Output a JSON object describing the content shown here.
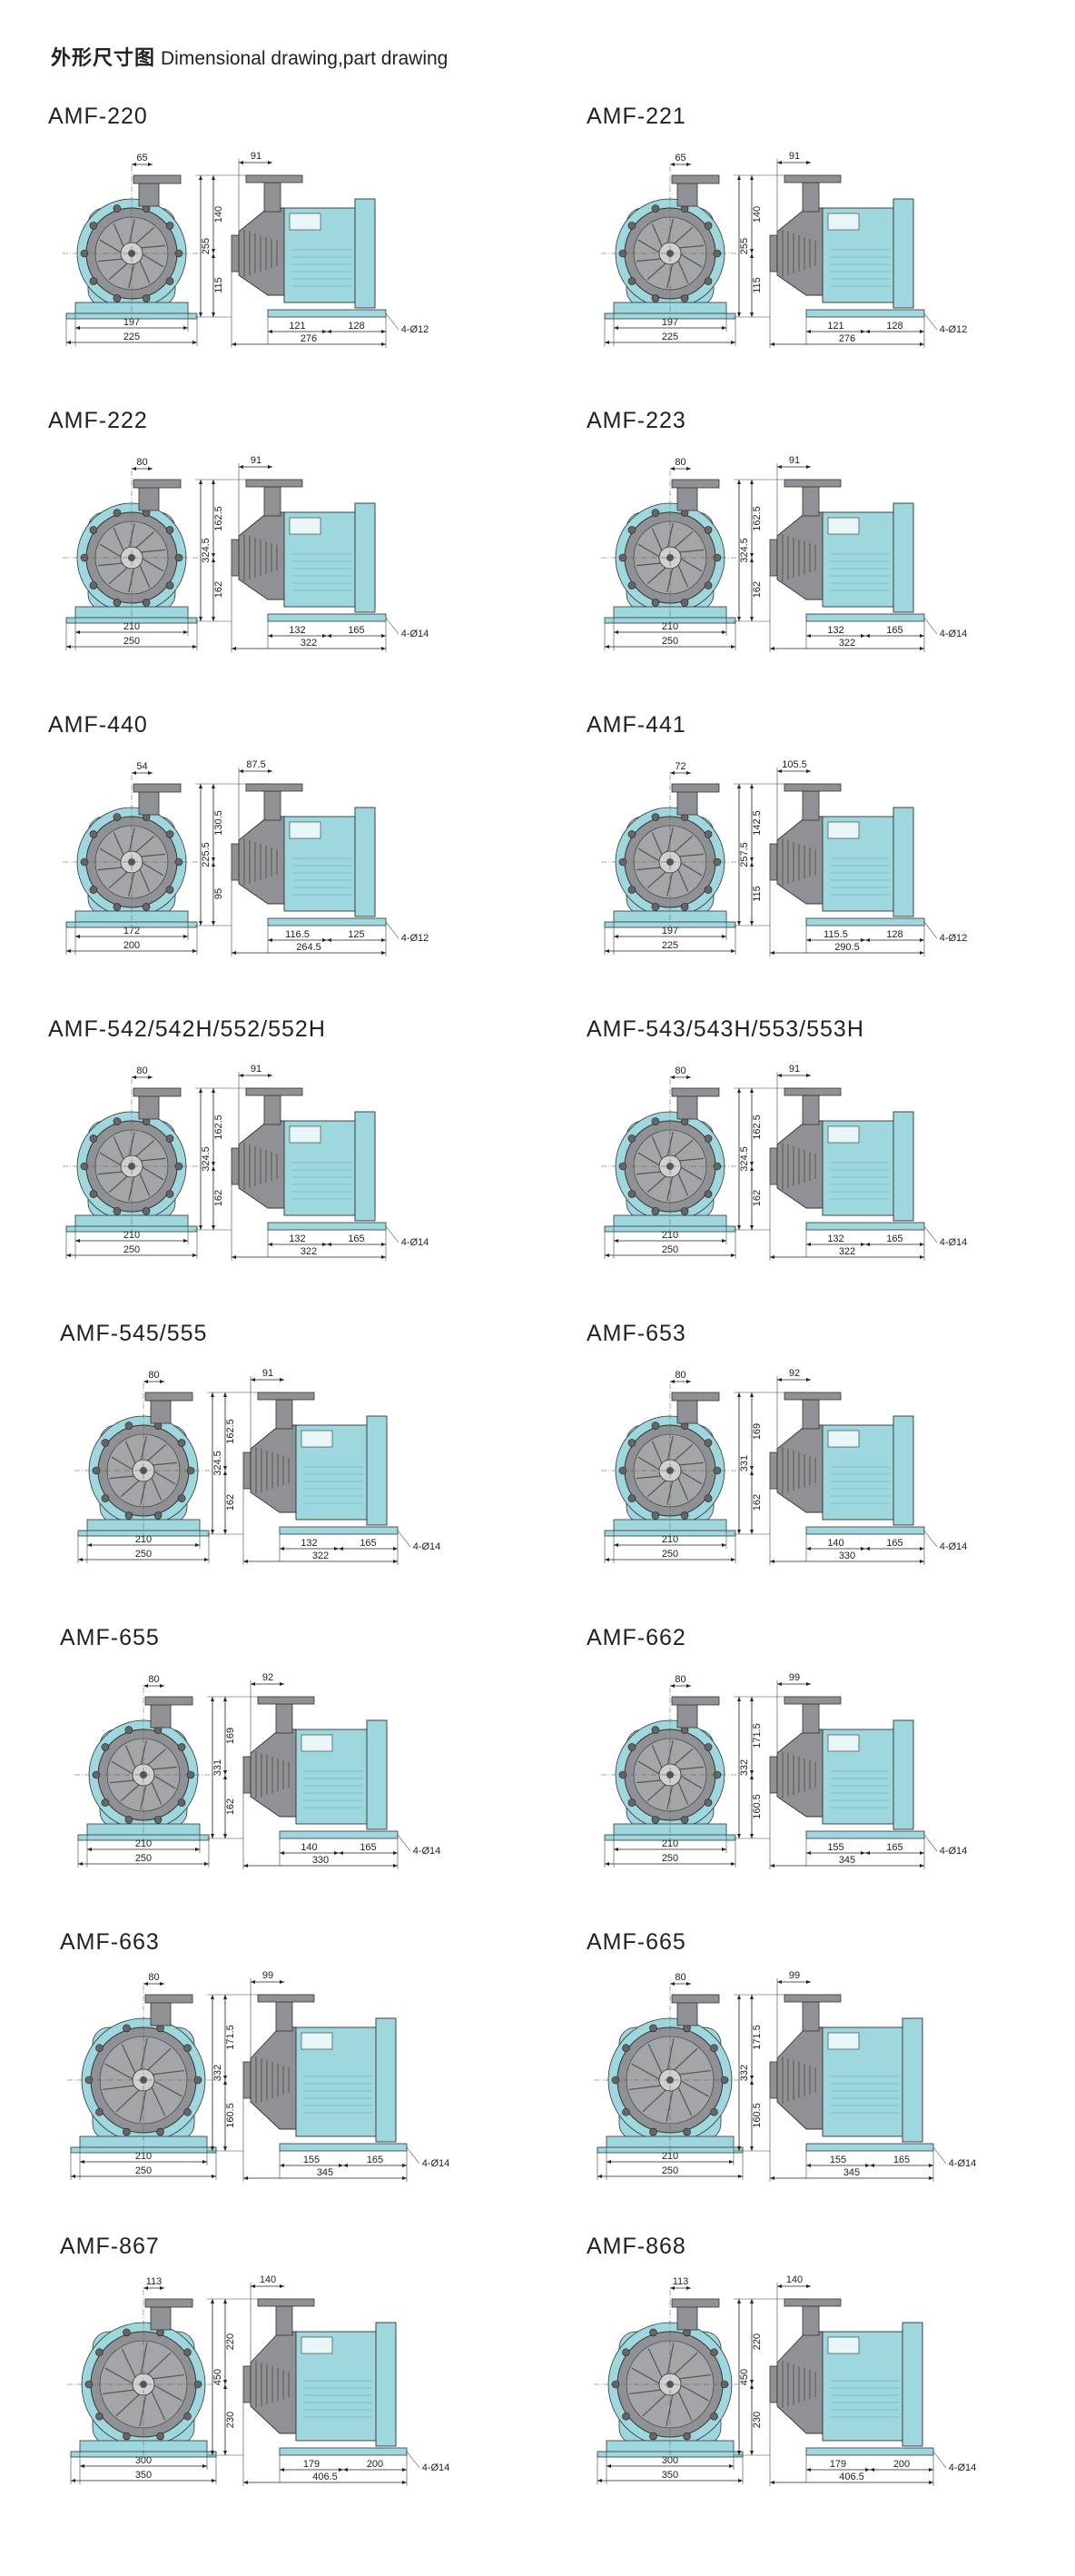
{
  "heading": {
    "cn": "外形尺寸图",
    "en": "Dimensional drawing,part drawing"
  },
  "colors": {
    "motor": "#9fd7de",
    "pump": "#8f9194",
    "outline": "#333333",
    "line": "#222222"
  },
  "models": [
    {
      "name": "AMF-220",
      "front": {
        "top": "65",
        "base_inner": "197",
        "base_outer": "225"
      },
      "side": {
        "top": "91",
        "v1": "140",
        "v2": "115",
        "total": "255",
        "b1": "121",
        "b2": "128",
        "overall": "276",
        "bolt": "4-Ø12"
      }
    },
    {
      "name": "AMF-221",
      "front": {
        "top": "65",
        "base_inner": "197",
        "base_outer": "225"
      },
      "side": {
        "top": "91",
        "v1": "140",
        "v2": "115",
        "total": "255",
        "b1": "121",
        "b2": "128",
        "overall": "276",
        "bolt": "4-Ø12"
      }
    },
    {
      "name": "AMF-222",
      "front": {
        "top": "80",
        "base_inner": "210",
        "base_outer": "250"
      },
      "side": {
        "top": "91",
        "v1": "162.5",
        "v2": "162",
        "total": "324.5",
        "b1": "132",
        "b2": "165",
        "overall": "322",
        "bolt": "4-Ø14"
      }
    },
    {
      "name": "AMF-223",
      "front": {
        "top": "80",
        "base_inner": "210",
        "base_outer": "250"
      },
      "side": {
        "top": "91",
        "v1": "162.5",
        "v2": "162",
        "total": "324.5",
        "b1": "132",
        "b2": "165",
        "overall": "322",
        "bolt": "4-Ø14"
      }
    },
    {
      "name": "AMF-440",
      "front": {
        "top": "54",
        "base_inner": "172",
        "base_outer": "200"
      },
      "side": {
        "top": "87.5",
        "v1": "130.5",
        "v2": "95",
        "total": "225.5",
        "b1": "116.5",
        "b2": "125",
        "overall": "264.5",
        "bolt": "4-Ø12"
      }
    },
    {
      "name": "AMF-441",
      "front": {
        "top": "72",
        "base_inner": "197",
        "base_outer": "225"
      },
      "side": {
        "top": "105.5",
        "v1": "142.5",
        "v2": "115",
        "total": "257.5",
        "b1": "115.5",
        "b2": "128",
        "overall": "290.5",
        "bolt": "4-Ø12"
      }
    },
    {
      "name": "AMF-542/542H/552/552H",
      "front": {
        "top": "80",
        "base_inner": "210",
        "base_outer": "250"
      },
      "side": {
        "top": "91",
        "v1": "162.5",
        "v2": "162",
        "total": "324.5",
        "b1": "132",
        "b2": "165",
        "overall": "322",
        "bolt": "4-Ø14"
      }
    },
    {
      "name": "AMF-543/543H/553/553H",
      "front": {
        "top": "80",
        "base_inner": "210",
        "base_outer": "250"
      },
      "side": {
        "top": "91",
        "v1": "162.5",
        "v2": "162",
        "total": "324.5",
        "b1": "132",
        "b2": "165",
        "overall": "322",
        "bolt": "4-Ø14"
      }
    },
    {
      "name": "AMF-545/555",
      "front": {
        "top": "80",
        "base_inner": "210",
        "base_outer": "250"
      },
      "side": {
        "top": "91",
        "v1": "162.5",
        "v2": "162",
        "total": "324.5",
        "b1": "132",
        "b2": "165",
        "overall": "322",
        "bolt": "4-Ø14"
      }
    },
    {
      "name": "AMF-653",
      "front": {
        "top": "80",
        "base_inner": "210",
        "base_outer": "250"
      },
      "side": {
        "top": "92",
        "v1": "169",
        "v2": "162",
        "total": "331",
        "b1": "140",
        "b2": "165",
        "overall": "330",
        "bolt": "4-Ø14"
      }
    },
    {
      "name": "AMF-655",
      "front": {
        "top": "80",
        "base_inner": "210",
        "base_outer": "250"
      },
      "side": {
        "top": "92",
        "v1": "169",
        "v2": "162",
        "total": "331",
        "b1": "140",
        "b2": "165",
        "overall": "330",
        "bolt": "4-Ø14"
      }
    },
    {
      "name": "AMF-662",
      "front": {
        "top": "80",
        "base_inner": "210",
        "base_outer": "250"
      },
      "side": {
        "top": "99",
        "v1": "171.5",
        "v2": "160.5",
        "total": "332",
        "b1": "155",
        "b2": "165",
        "overall": "345",
        "bolt": "4-Ø14"
      }
    },
    {
      "name": "AMF-663",
      "front": {
        "top": "80",
        "base_inner": "210",
        "base_outer": "250"
      },
      "side": {
        "top": "99",
        "v1": "171.5",
        "v2": "160.5",
        "total": "332",
        "b1": "155",
        "b2": "165",
        "overall": "345",
        "bolt": "4-Ø14"
      }
    },
    {
      "name": "AMF-665",
      "front": {
        "top": "80",
        "base_inner": "210",
        "base_outer": "250"
      },
      "side": {
        "top": "99",
        "v1": "171.5",
        "v2": "160.5",
        "total": "332",
        "b1": "155",
        "b2": "165",
        "overall": "345",
        "bolt": "4-Ø14"
      }
    },
    {
      "name": "AMF-867",
      "front": {
        "top": "113",
        "base_inner": "300",
        "base_outer": "350"
      },
      "side": {
        "top": "140",
        "v1": "220",
        "v2": "230",
        "total": "450",
        "b1": "179",
        "b2": "200",
        "overall": "406.5",
        "bolt": "4-Ø14"
      }
    },
    {
      "name": "AMF-868",
      "front": {
        "top": "113",
        "base_inner": "300",
        "base_outer": "350"
      },
      "side": {
        "top": "140",
        "v1": "220",
        "v2": "230",
        "total": "450",
        "b1": "179",
        "b2": "200",
        "overall": "406.5",
        "bolt": "4-Ø14"
      }
    }
  ]
}
